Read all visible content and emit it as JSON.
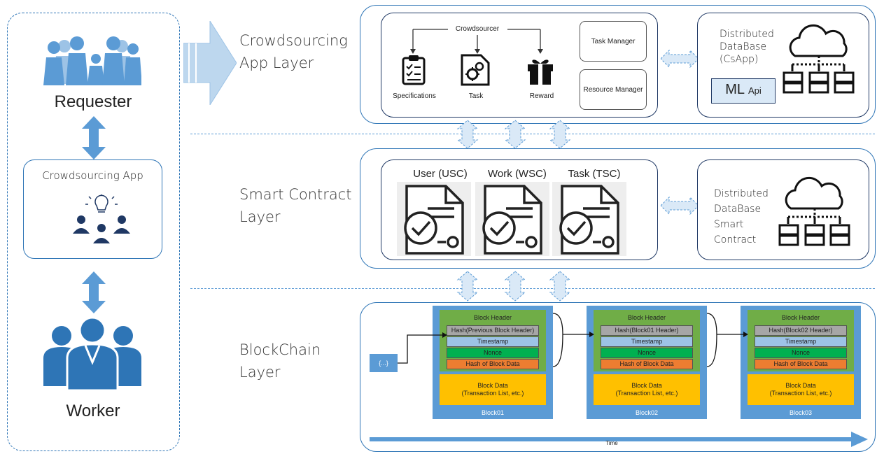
{
  "left": {
    "requester": "Requester",
    "app": "Crowdsourcing App",
    "worker": "Worker"
  },
  "layers": {
    "app": {
      "title_line1": "Crowdsourcing",
      "title_line2": "App Layer",
      "crowdsourcer": "Crowdsourcer",
      "specifications": "Specifications",
      "task": "Task",
      "reward": "Reward",
      "task_manager": "Task Manager",
      "resource_manager": "Resource Manager",
      "db_line1": "Distributed",
      "db_line2": "DataBase",
      "db_line3": "(CsApp)",
      "ml": "ML",
      "api": "Api"
    },
    "contract": {
      "title_line1": "Smart Contract",
      "title_line2": "Layer",
      "user": "User (USC)",
      "work": "Work (WSC)",
      "task": "Task (TSC)",
      "db_line1": "Distributed",
      "db_line2": "DataBase",
      "db_line3": "Smart",
      "db_line4": "Contract"
    },
    "blockchain": {
      "title_line1": "BlockChain",
      "title_line2": "Layer",
      "tx": "{...}",
      "time": "Time",
      "blocks": [
        {
          "header": "Block Header",
          "hash": "Hash(Previous Block Header)",
          "timestamp": "Timestamp",
          "nonce": "Nonce",
          "data_hash": "Hash of Block Data",
          "data1": "Block Data",
          "data2": "(Transaction List, etc.)",
          "name": "Block01"
        },
        {
          "header": "Block Header",
          "hash": "Hash(Block01 Header)",
          "timestamp": "Timestamp",
          "nonce": "Nonce",
          "data_hash": "Hash of Block Data",
          "data1": "Block Data",
          "data2": "(Transaction List, etc.)",
          "name": "Block02"
        },
        {
          "header": "Block Header",
          "hash": "Hash(Block02 Header)",
          "timestamp": "Timestamp",
          "nonce": "Nonce",
          "data_hash": "Hash of Block Data",
          "data1": "Block Data",
          "data2": "(Transaction List, etc.)",
          "name": "Block03"
        }
      ]
    }
  },
  "colors": {
    "accent": "#5b9bd5",
    "dark": "#1f3864",
    "green": "#70ad47",
    "nonce": "#00b050",
    "orange": "#ed7d31",
    "yellow": "#ffc000",
    "light_blue": "#9dc3e6"
  }
}
